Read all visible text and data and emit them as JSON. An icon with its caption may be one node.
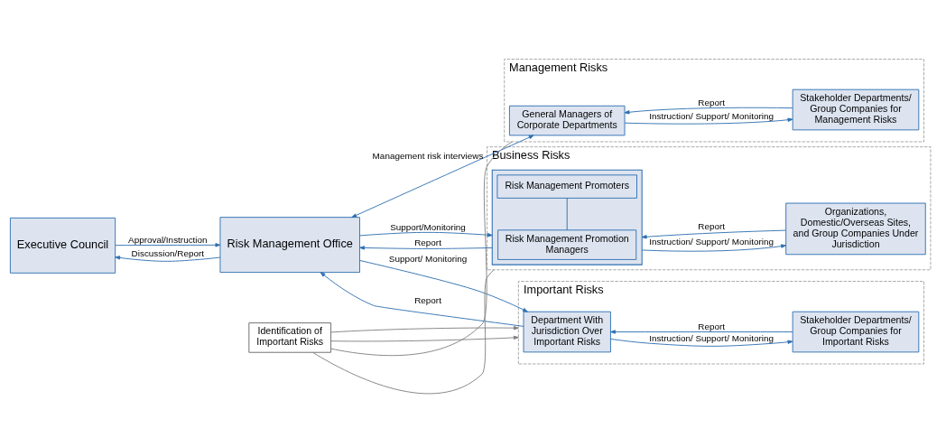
{
  "diagram": {
    "nodes": [
      {
        "text": [
          "Executive Council"
        ]
      },
      {
        "text": [
          "Risk Management Office"
        ]
      },
      {
        "text": [
          "Important Risks"
        ]
      },
      {
        "text": [
          "Department With Jurisdiction Over Important Risks"
        ],
        "in": 2
      },
      {
        "text": [
          "Stakeholder Departments/ Group Companies for Important Risks"
        ],
        "in": 2
      },
      {
        "text": [
          "Identification of Important Risks"
        ]
      },
      {
        "text": [
          "Management Risks"
        ]
      },
      {
        "text": [
          "General Managers of Corporate Departments"
        ],
        "in": 6
      },
      {
        "text": [
          "Stakeholder Departments/ Group Companies for Management Risks"
        ],
        "in": 6
      },
      {
        "text": [
          "Business Risks"
        ]
      },
      {
        "text": [],
        "shape": "box",
        "in": 9
      },
      {
        "text": [
          "Risk Management Promotion Managers"
        ],
        "in": 10
      },
      {
        "text": [
          "Risk Management Promoters"
        ],
        "in": 10
      },
      {
        "text": [
          "Organizations, Domestic/Overseas Sites, and Group Companies Under Jurisdiction"
        ],
        "in": 9
      }
    ],
    "edges": [
      {
        "from": 0,
        "to": 1,
        "arrow": "to",
        "label": "Approval/Instruction"
      },
      {
        "from": 1,
        "to": 0,
        "arrow": "to",
        "label": "Discussion/Report"
      },
      {
        "from": 1,
        "to": 3,
        "arrow": "to",
        "label": "Support/ Monitoring"
      },
      {
        "from": 3,
        "to": 1,
        "arrow": "to",
        "label": "Report"
      },
      {
        "from": 3,
        "to": 4,
        "arrow": "to",
        "label": "Instruction/ Support/ Monitoring"
      },
      {
        "from": 4,
        "to": 3,
        "arrow": "to",
        "label": "Report"
      },
      {
        "from": 6,
        "to": 5,
        "arrow": "none",
        "color": "#808080"
      },
      {
        "from": 9,
        "to": 5,
        "arrow": "none",
        "color": "#808080"
      },
      {
        "from": 5,
        "to": 2,
        "arrow": "to",
        "color": "#808080"
      },
      {
        "from": 5,
        "to": 2,
        "arrow": "to",
        "color": "#808080"
      },
      {
        "from": 1,
        "to": 7,
        "arrow": "both",
        "label": "Management risk interviews"
      },
      {
        "from": 7,
        "to": 8,
        "arrow": "to",
        "label": "Instruction/ Support/ Monitoring"
      },
      {
        "from": 8,
        "to": 7,
        "arrow": "to",
        "label": "Report"
      },
      {
        "from": 1,
        "to": 10,
        "arrow": "to",
        "label": "Support/Monitoring"
      },
      {
        "from": 10,
        "to": 1,
        "arrow": "to",
        "label": "Report"
      },
      {
        "from": 11,
        "to": 12,
        "arrow": "none"
      },
      {
        "from": 10,
        "to": 13,
        "arrow": "to",
        "label": "Instruction/ Support/ Monitoring"
      },
      {
        "from": 13,
        "to": 10,
        "arrow": "to",
        "label": "Report"
      }
    ]
  }
}
